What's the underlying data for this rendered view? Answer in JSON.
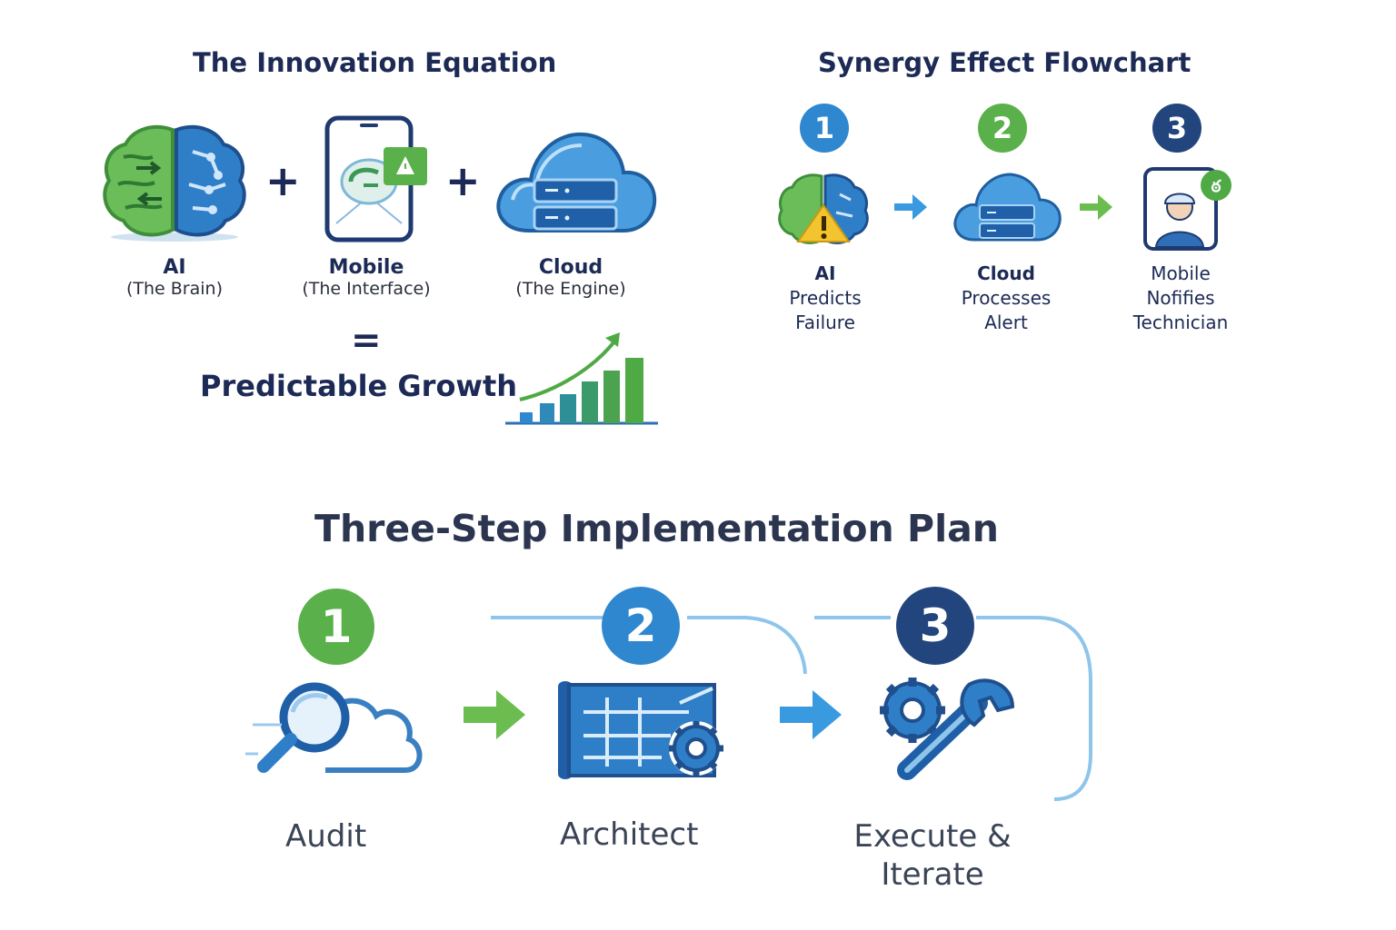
{
  "equation": {
    "title": "The Innovation Equation",
    "terms": [
      {
        "name": "AI",
        "sub": "(The Brain)",
        "icon": "brain-icon"
      },
      {
        "name": "Mobile",
        "sub": "(The Interface)",
        "icon": "smartphone-icon"
      },
      {
        "name": "Cloud",
        "sub": "(The Engine)",
        "icon": "cloud-server-icon"
      }
    ],
    "plus": "+",
    "equals": "=",
    "result": "Predictable Growth",
    "result_icon": "growth-chart-icon"
  },
  "flowchart": {
    "title": "Synergy Effect Flowchart",
    "steps": [
      {
        "number": "1",
        "line1": "AI",
        "line2": "Predicts",
        "line3": "Failure",
        "icon": "brain-warning-icon"
      },
      {
        "number": "2",
        "line1": "Cloud",
        "line2": "Processes",
        "line3": "Alert",
        "icon": "cloud-server-icon"
      },
      {
        "number": "3",
        "line1": "Mobile",
        "line2": "Nofifies",
        "line3": "Technician",
        "icon": "technician-phone-icon"
      }
    ]
  },
  "plan": {
    "title": "Three-Step Implementation Plan",
    "steps": [
      {
        "number": "1",
        "label": "Audit",
        "icon": "magnifier-cloud-icon"
      },
      {
        "number": "2",
        "label": "Architect",
        "icon": "blueprint-gear-icon"
      },
      {
        "number": "3",
        "label_line1": "Execute &",
        "label_line2": "Iterate",
        "icon": "gear-wrench-icon"
      }
    ]
  },
  "colors": {
    "navy": "#1c2a55",
    "green": "#5ab04a",
    "blue": "#2f87cf",
    "dark_blue": "#23457e",
    "light_blue": "#8ec5ea"
  }
}
